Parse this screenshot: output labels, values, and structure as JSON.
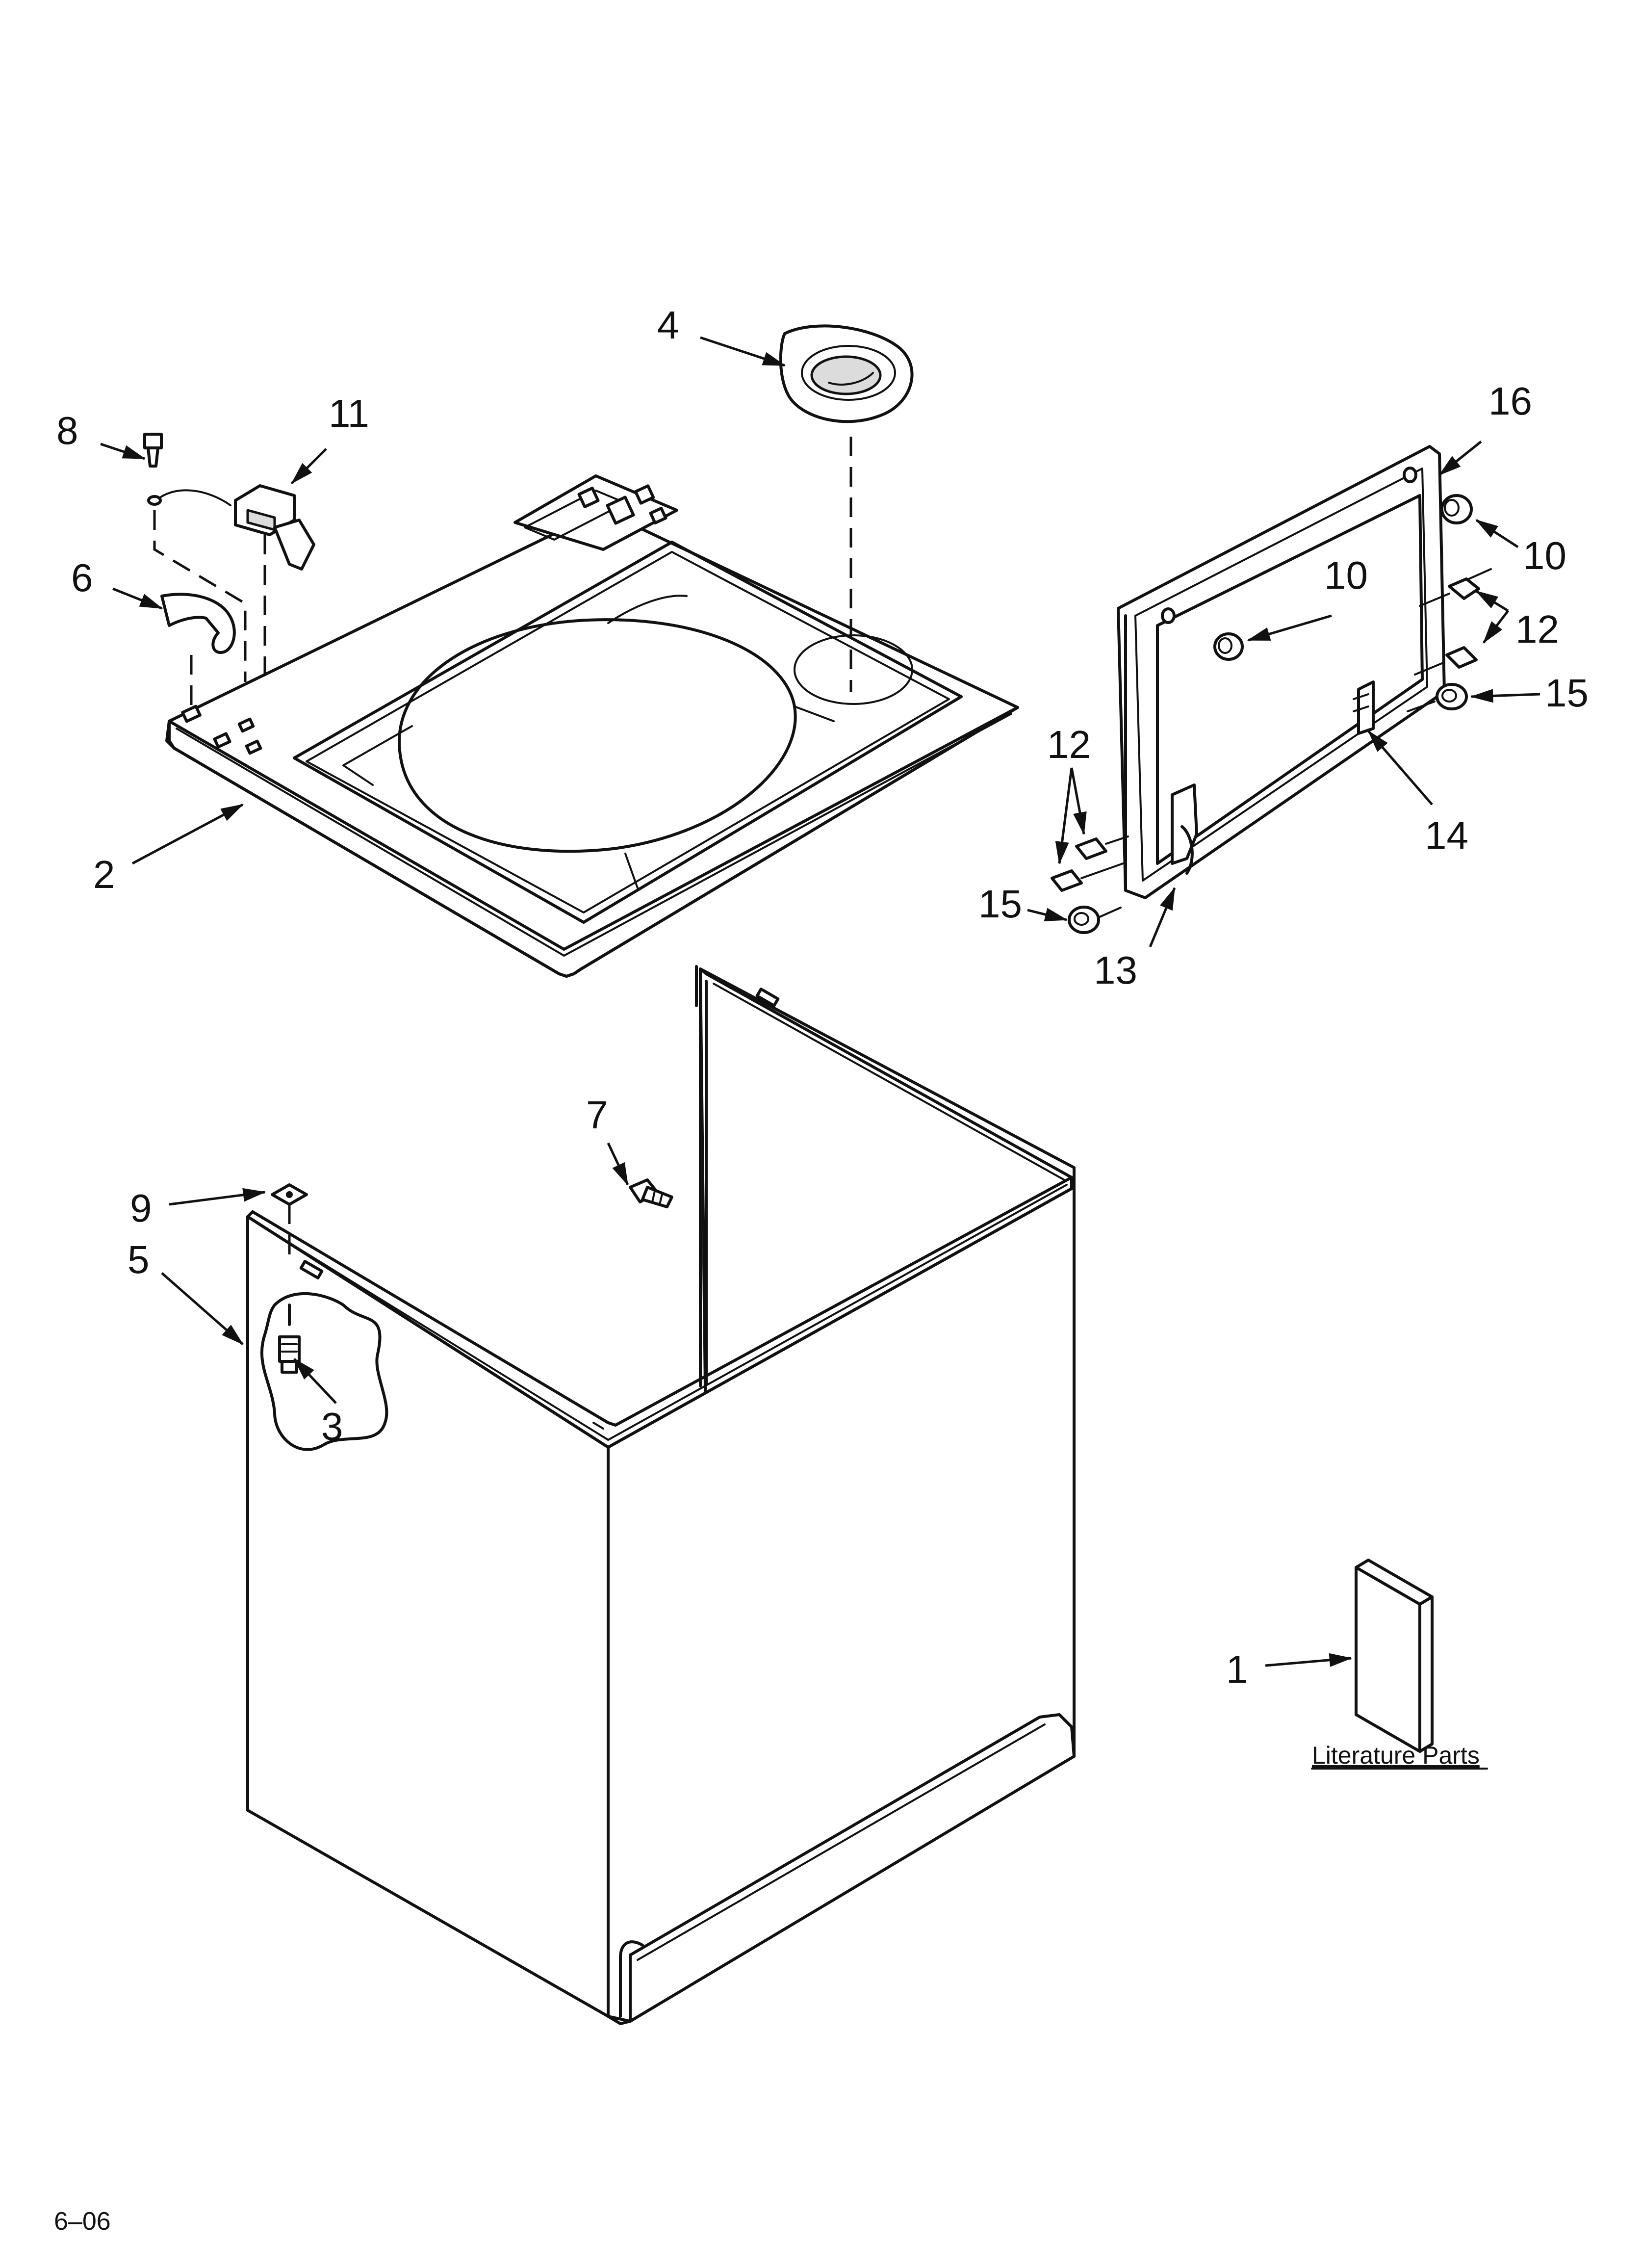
{
  "callouts": {
    "n1": "1",
    "n2": "2",
    "n3": "3",
    "n4": "4",
    "n5": "5",
    "n6": "6",
    "n7": "7",
    "n8": "8",
    "n9": "9",
    "n10a": "10",
    "n10b": "10",
    "n11": "11",
    "n12a": "12",
    "n12b": "12",
    "n13": "13",
    "n14": "14",
    "n15a": "15",
    "n15b": "15",
    "n16": "16"
  },
  "literature_label": "Literature Parts",
  "footer_code": "6–06",
  "colors": {
    "ink": "#111111",
    "paper": "#ffffff"
  }
}
